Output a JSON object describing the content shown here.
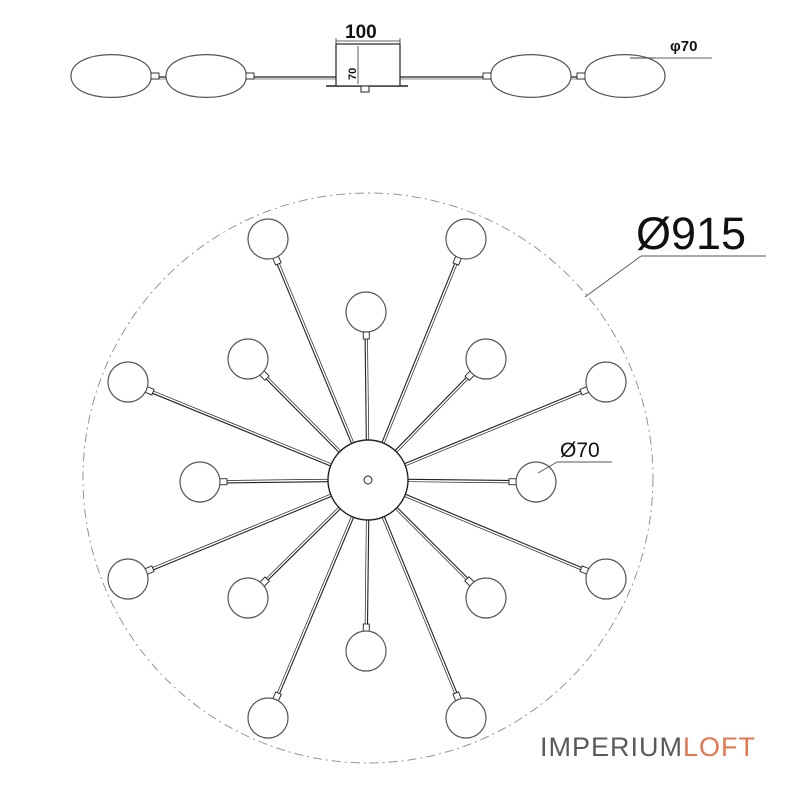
{
  "dimensions": {
    "side_width": "100",
    "side_height": "70",
    "side_shade_diameter": "φ70",
    "overall_diameter": "Ø915",
    "shade_diameter": "Ø70"
  },
  "brand": {
    "part1": "IMPERIUM",
    "part2": "LOFT",
    "color_part1": "#5a5a5a",
    "color_part2": "#e8764c"
  },
  "colors": {
    "line": "#222222",
    "shade_stroke": "#555555",
    "outline_dash": "#8a8a8a"
  }
}
